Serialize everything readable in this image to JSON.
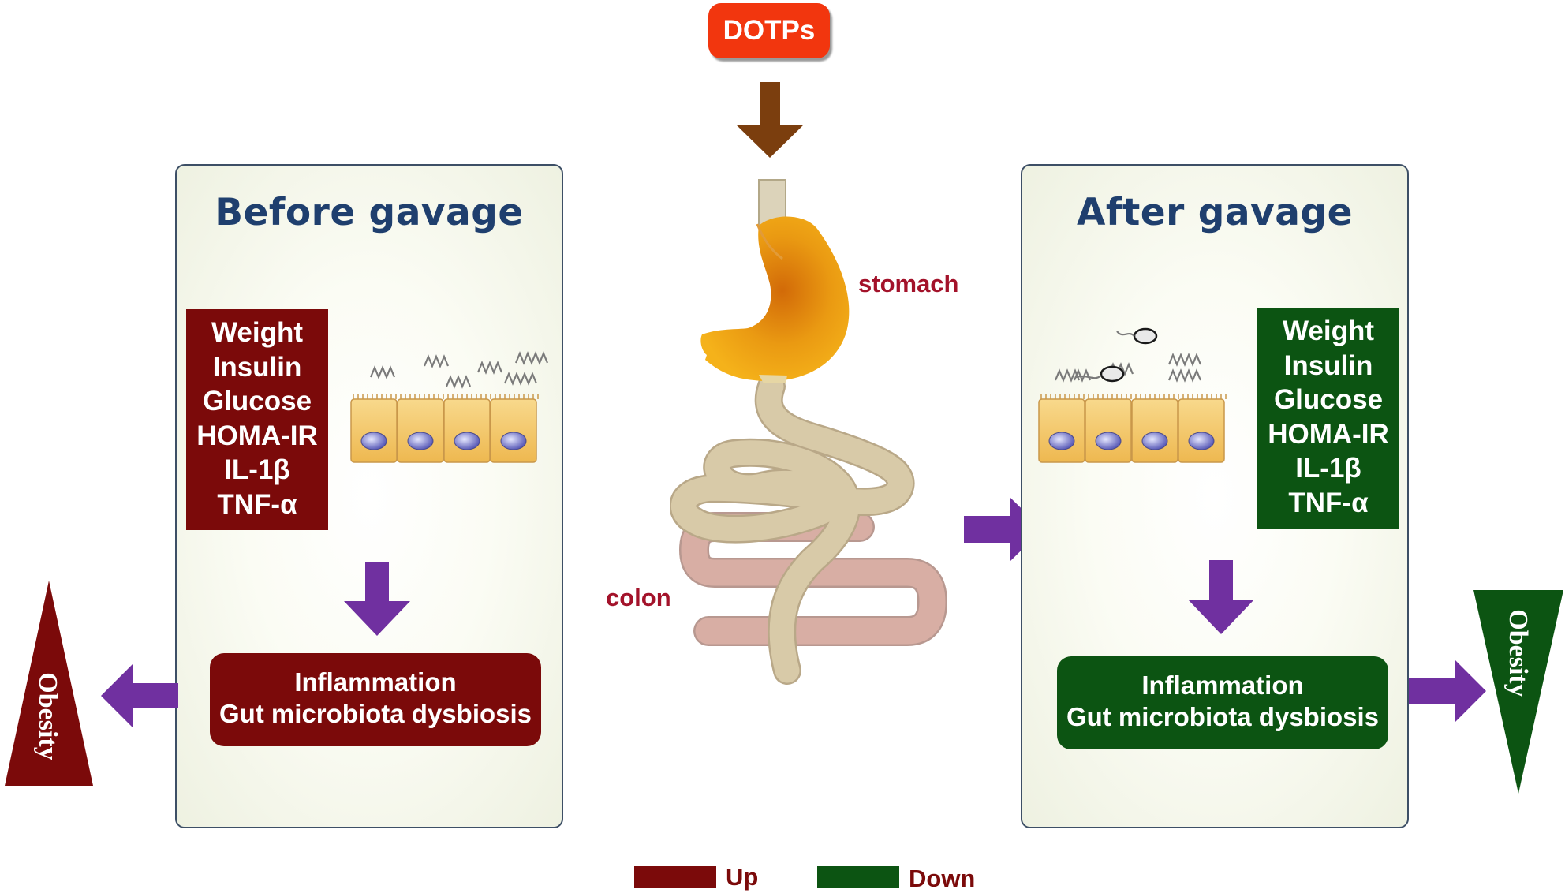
{
  "dotps_label": "DOTPs",
  "before": {
    "title": "Before gavage",
    "markers": [
      "Weight",
      "Insulin",
      "Glucose",
      "HOMA-IR",
      "IL-1β",
      "TNF-α"
    ],
    "outcome_lines": [
      "Inflammation",
      "Gut microbiota dysbiosis"
    ],
    "obesity_label": "Obesity"
  },
  "after": {
    "title": "After gavage",
    "markers": [
      "Weight",
      "Insulin",
      "Glucose",
      "HOMA-IR",
      "IL-1β",
      "TNF-α"
    ],
    "outcome_lines": [
      "Inflammation",
      "Gut microbiota dysbiosis"
    ],
    "obesity_label": "Obesity"
  },
  "organs": {
    "stomach": "stomach",
    "colon": "colon"
  },
  "legend": {
    "up": "Up",
    "down": "Down"
  },
  "colors": {
    "up": "#7b0a0a",
    "down": "#0c5412",
    "arrow_purple": "#7030a0",
    "dotps_badge": "#f2360e",
    "dotps_arrow": "#7b3e0e",
    "title_blue": "#1f3f6e"
  }
}
